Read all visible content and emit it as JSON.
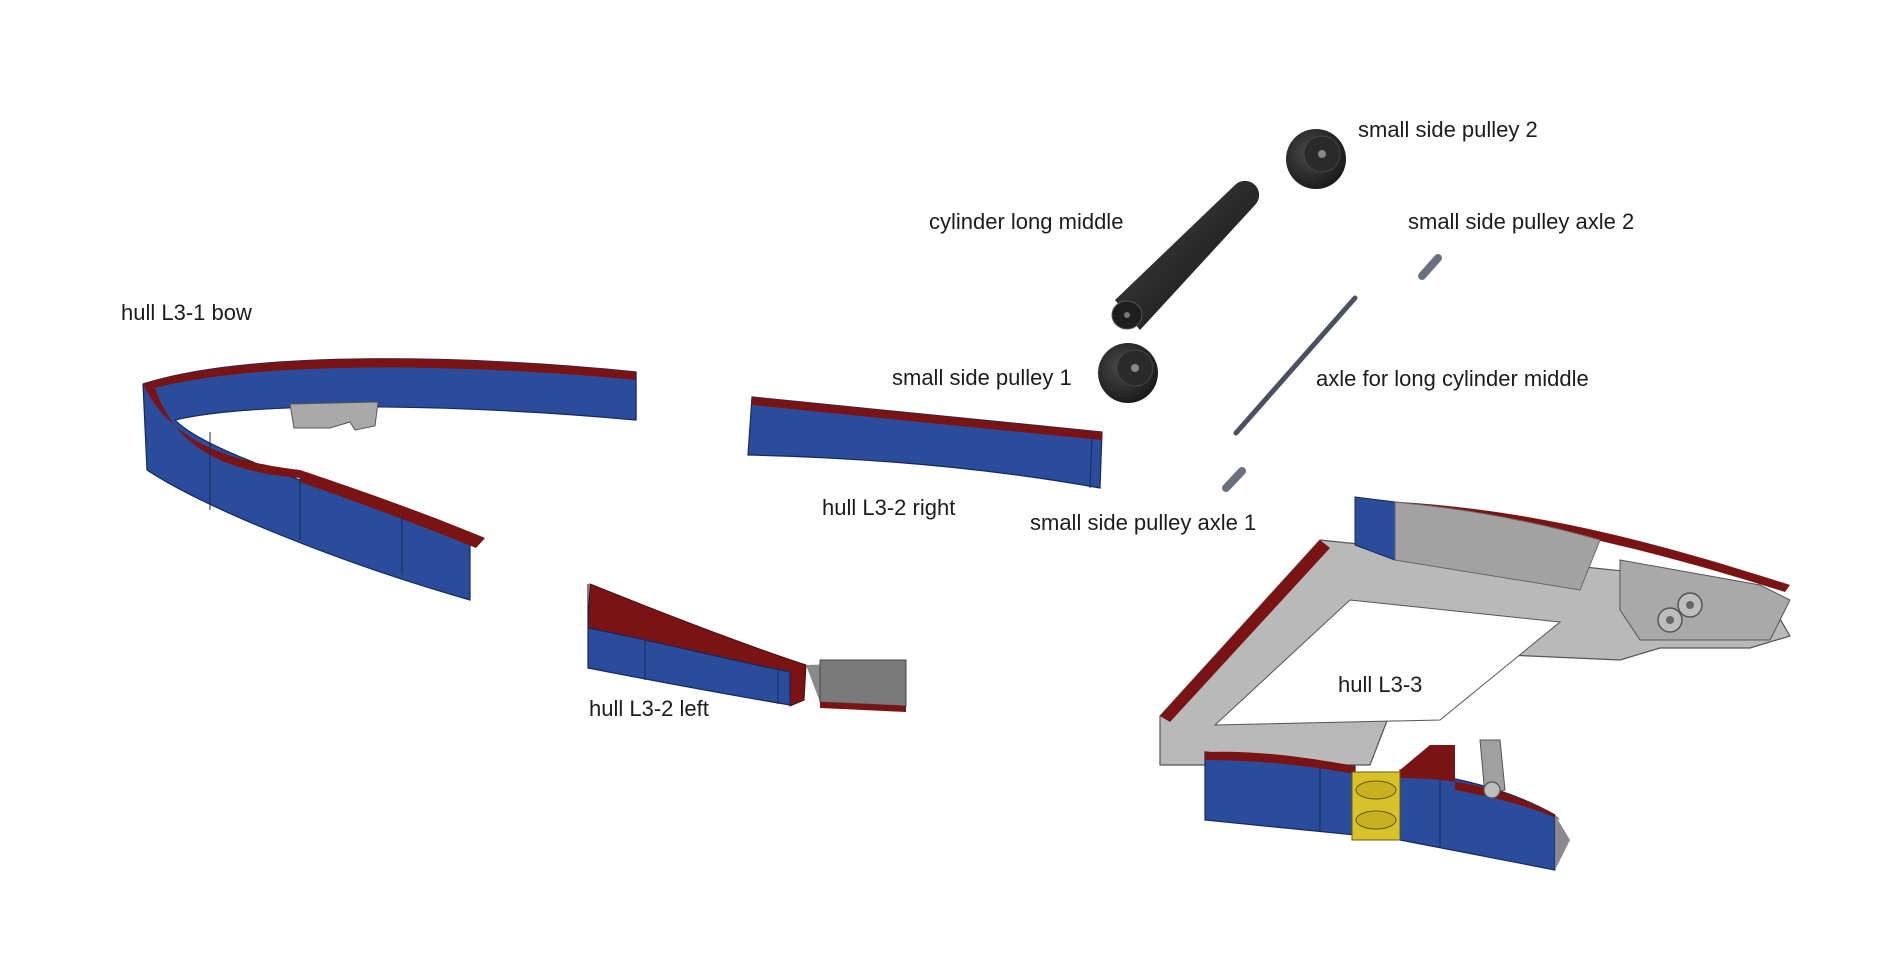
{
  "labels": {
    "hull_l3_1_bow": "hull L3-1 bow",
    "hull_l3_2_right": "hull L3-2 right",
    "hull_l3_2_left": "hull L3-2 left",
    "hull_l3_3": "hull L3-3",
    "cylinder_long_middle": "cylinder long middle",
    "small_side_pulley_1": "small side pulley 1",
    "small_side_pulley_2": "small side pulley 2",
    "small_side_pulley_axle_1": "small side pulley axle 1",
    "small_side_pulley_axle_2": "small side pulley axle 2",
    "axle_for_long_cylinder_middle": "axle for long cylinder middle"
  },
  "colors": {
    "hull_blue": "#2b4c9b",
    "hull_blue_dark": "#1f3a7c",
    "deck_red": "#7a1414",
    "frame_gray": "#b9b9b9",
    "frame_gray_dark": "#8a8a8a",
    "pulley_black": "#2e2e2e",
    "axle_gray": "#555b66",
    "coupler_yellow": "#d8c22a"
  }
}
